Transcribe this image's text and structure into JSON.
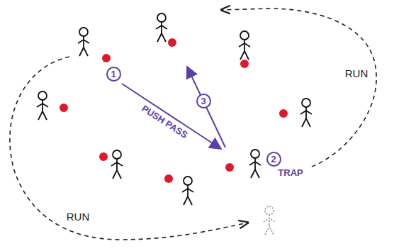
{
  "diagram": {
    "nodes": [
      {
        "text": [
          "1"
        ]
      },
      {
        "text": [
          "2"
        ]
      },
      {
        "text": [
          "3"
        ]
      }
    ],
    "labels": [
      "PUSH PASS",
      "TRAP",
      "RUN",
      "RUN"
    ]
  }
}
